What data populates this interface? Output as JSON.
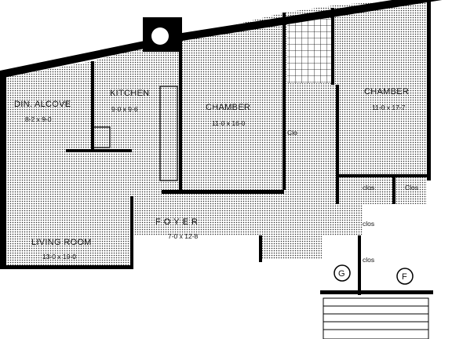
{
  "rooms": {
    "din_alcove": {
      "name": "DIN. ALCOVE",
      "dims": "8-2 x 9-0"
    },
    "kitchen": {
      "name": "KITCHEN",
      "dims": "9-0 x 9-6"
    },
    "chamber_1": {
      "name": "CHAMBER",
      "dims": "11-0 x 16-0"
    },
    "chamber_2": {
      "name": "CHAMBER",
      "dims": "11-0 x 17-7"
    },
    "living_room": {
      "name": "LIVING ROOM",
      "dims": "13-0 x 19-0"
    },
    "foyer": {
      "name": "FOYER",
      "dims": "7-0 x 12-8"
    }
  },
  "closets": {
    "clo_chamber": "Clo",
    "clos_1": "clos",
    "clos_2": "Clos",
    "clos_3": "clos",
    "clos_4": "clos"
  },
  "markers": {
    "g": "G",
    "f": "F"
  },
  "colors": {
    "ink": "#000000",
    "paper": "#ffffff",
    "dot": "#2a2a2a"
  }
}
